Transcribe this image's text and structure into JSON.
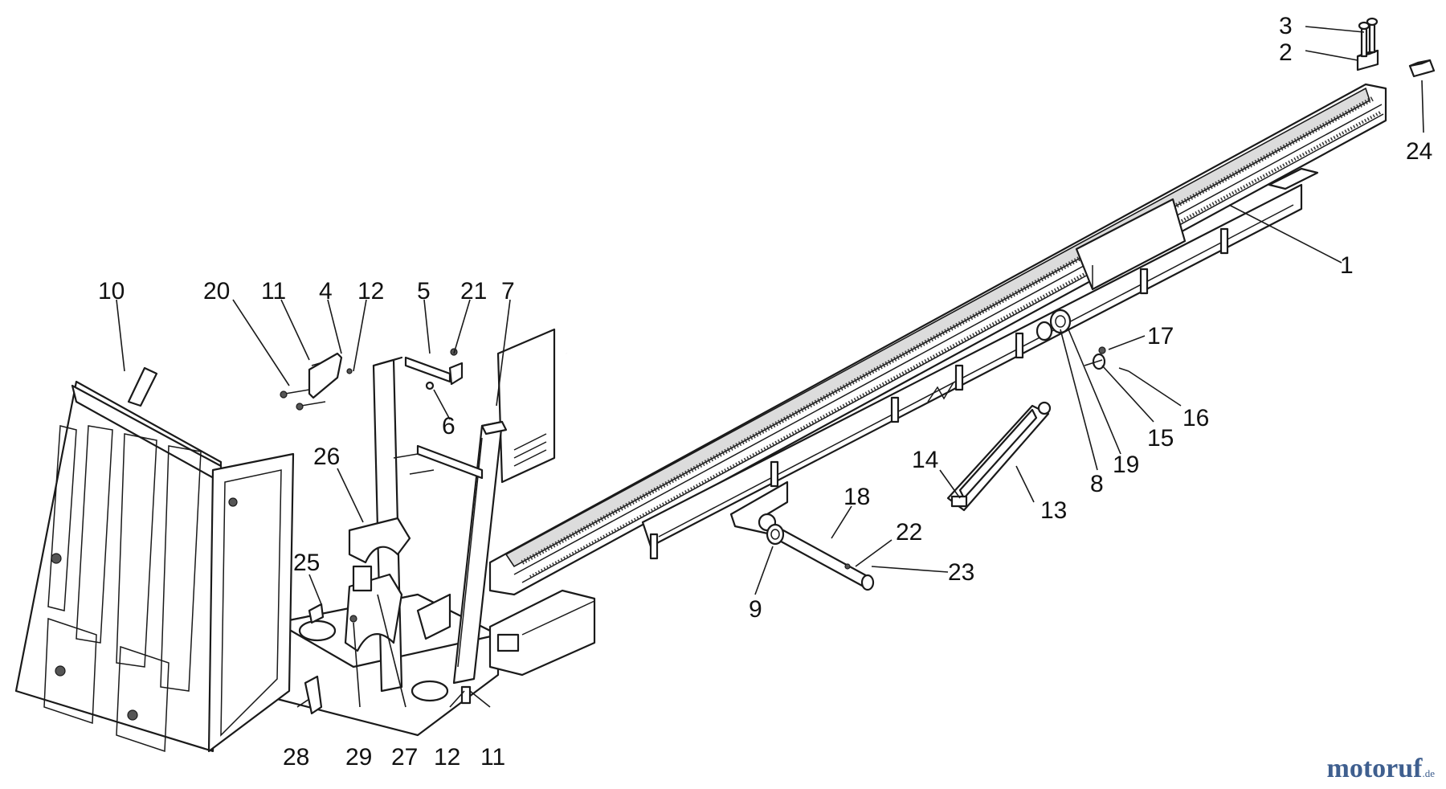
{
  "callouts": [
    "1",
    "2",
    "3",
    "4",
    "5",
    "6",
    "7",
    "8",
    "9",
    "10",
    "11",
    "12",
    "13",
    "14",
    "15",
    "16",
    "17",
    "18",
    "19",
    "20",
    "21",
    "22",
    "23",
    "24",
    "25",
    "26",
    "27",
    "28",
    "29",
    "11",
    "12"
  ],
  "watermark": {
    "brand_main": "motoruf",
    "brand_suffix": ".de",
    "colors": {
      "main": "#3f5f8f",
      "accent": "#d08a24"
    }
  }
}
